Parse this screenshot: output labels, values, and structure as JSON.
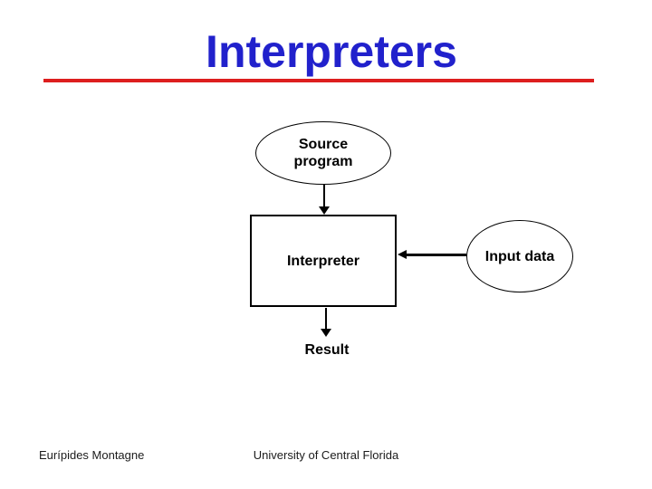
{
  "title": {
    "text": "Interpreters"
  },
  "colors": {
    "title_text": "#2121CC",
    "title_underline": "#DD1E1E",
    "diagram_stroke": "#000000",
    "background": "#FFFFFF",
    "footer_text": "#1B1B1B"
  },
  "diagram": {
    "source_node": {
      "label": "Source program",
      "shape": "ellipse"
    },
    "interpreter_node": {
      "label": "Interpreter",
      "shape": "rectangle"
    },
    "input_node": {
      "label": "Input data",
      "shape": "ellipse"
    },
    "result_node": {
      "label": "Result",
      "shape": "text"
    },
    "edges": [
      {
        "from": "source_node",
        "to": "interpreter_node",
        "direction": "down"
      },
      {
        "from": "input_node",
        "to": "interpreter_node",
        "direction": "left"
      },
      {
        "from": "interpreter_node",
        "to": "result_node",
        "direction": "down"
      }
    ]
  },
  "footer": {
    "author": "Eurípides Montagne",
    "institution": "University of Central Florida"
  }
}
